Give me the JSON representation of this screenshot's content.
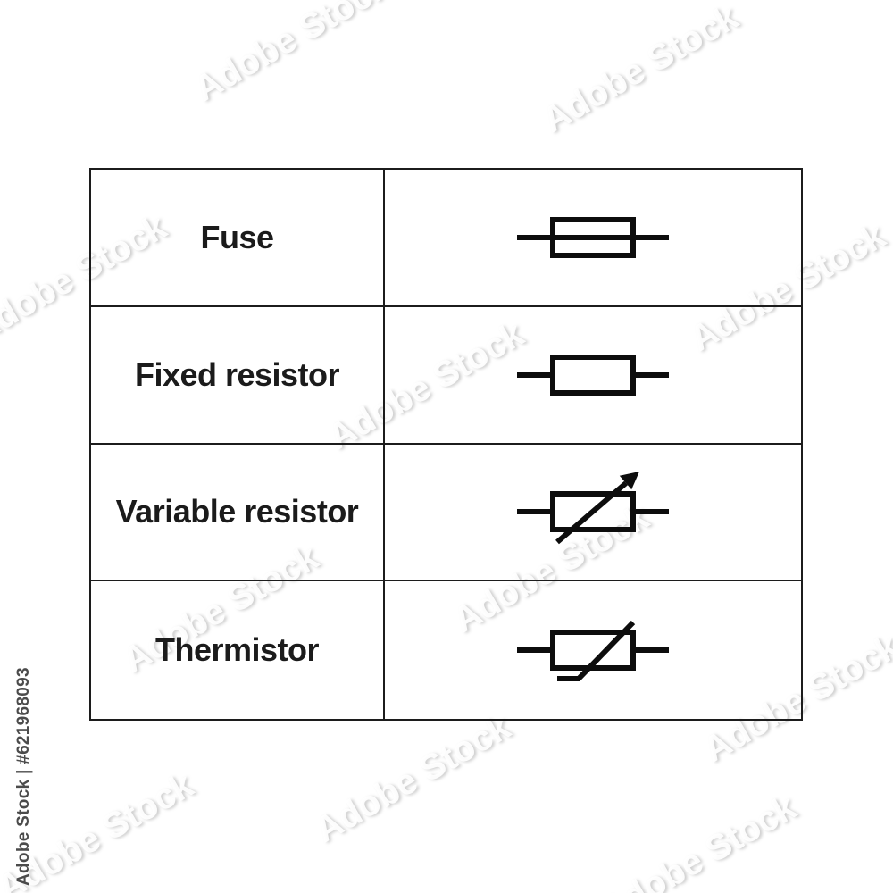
{
  "watermark": {
    "tile_text": "Adobe Stock",
    "credit_text": "Adobe Stock | #621968093"
  },
  "table": {
    "rows": [
      {
        "label": "Fuse",
        "symbol": "fuse"
      },
      {
        "label": "Fixed resistor",
        "symbol": "fixed-resistor"
      },
      {
        "label": "Variable resistor",
        "symbol": "variable-resistor"
      },
      {
        "label": "Thermistor",
        "symbol": "thermistor"
      }
    ]
  },
  "colors": {
    "symbol_stroke": "#0d0d0d",
    "table_border": "#1c1c1c",
    "label_text": "#1b1b1b",
    "credit_text": "#4b4b4b"
  }
}
